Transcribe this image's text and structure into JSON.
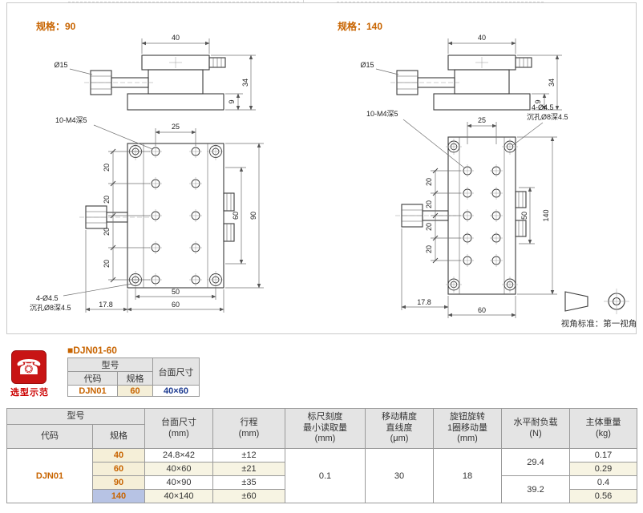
{
  "page": {
    "view_note": "视角标准：第一视角"
  },
  "icon_panel": {
    "phone_icon": "☎",
    "label": "选型示范"
  },
  "d90": {
    "title": "规格：90",
    "dim_top_width": "40",
    "dim_knob": "Ø15",
    "dim_height": "34",
    "dim_base_h": "9",
    "note_m4": "10-M4深5",
    "dim_col": "25",
    "rows": [
      "20",
      "20",
      "20",
      "20"
    ],
    "dim_mid_len": "60",
    "dim_total_len": "90",
    "dim_cb_w": "50",
    "dim_total_w": "60",
    "dim_offset": "17.8",
    "note_cb1": "4-Ø4.5",
    "note_cb2": "沉孔Ø8深4.5"
  },
  "d140": {
    "title": "规格：140",
    "dim_top_width": "40",
    "dim_knob": "Ø15",
    "dim_height": "34",
    "dim_base_h": "9",
    "note_m4": "10-M4深5",
    "dim_col": "25",
    "rows": [
      "20",
      "20",
      "20",
      "20"
    ],
    "dim_mid_len": "50",
    "dim_total_len": "140",
    "dim_total_w": "60",
    "dim_offset": "17.8",
    "note_cb1": "4-Ø4.5",
    "note_cb2": "沉孔Ø8深4.5"
  },
  "mini_table": {
    "title": "■DJN01-60",
    "header_model": "型号",
    "header_code": "代码",
    "header_spec": "规格",
    "header_size": "台面尺寸",
    "code": "DJN01",
    "spec": "60",
    "size": "40×60"
  },
  "spec_table": {
    "headers": {
      "model": "型号",
      "code": "代码",
      "spec": "规格",
      "size": "台面尺寸\n(mm)",
      "stroke": "行程\n(mm)",
      "scale": "标尺刻度\n最小读取量\n(mm)",
      "accuracy": "移动精度\n直线度\n(μm)",
      "knob": "旋钮旋转\n1圈移动量\n(mm)",
      "load": "水平耐负载\n(N)",
      "weight": "主体重量\n(kg)"
    },
    "code_value": "DJN01",
    "rows": [
      {
        "spec": "40",
        "size": "24.8×42",
        "stroke": "±12",
        "weight": "0.17"
      },
      {
        "spec": "60",
        "size": "40×60",
        "stroke": "±21",
        "weight": "0.29"
      },
      {
        "spec": "90",
        "size": "40×90",
        "stroke": "±35",
        "weight": "0.4"
      },
      {
        "spec": "140",
        "size": "40×140",
        "stroke": "±60",
        "weight": "0.56"
      }
    ],
    "merged": {
      "scale": "0.1",
      "accuracy": "30",
      "knob": "18",
      "load_top": "29.4",
      "load_bottom": "39.2"
    }
  }
}
